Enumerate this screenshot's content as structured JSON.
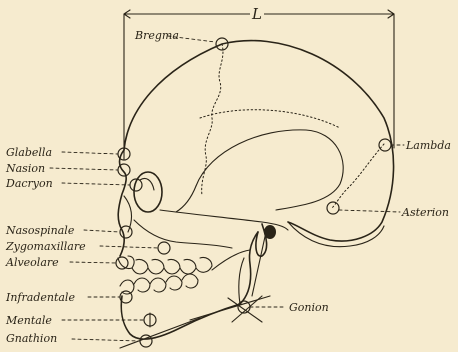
{
  "diagram": {
    "top_label": "L",
    "landmarks": {
      "bregma": "Bregma",
      "glabella": "Glabella",
      "nasion": "Nasion",
      "dacryon": "Dacryon",
      "nasospinale": "Nasospinale",
      "zygomaxillare": "Zygomaxillare",
      "alveolare": "Alveolare",
      "infradentale": "Infradentale",
      "mentale": "Mentale",
      "gnathion": "Gnathion",
      "lambda": "Lambda",
      "asterion": "Asterion",
      "gonion": "Gonion"
    },
    "colors": {
      "paper": "#f6ebcf",
      "ink": "#2a2418"
    }
  }
}
